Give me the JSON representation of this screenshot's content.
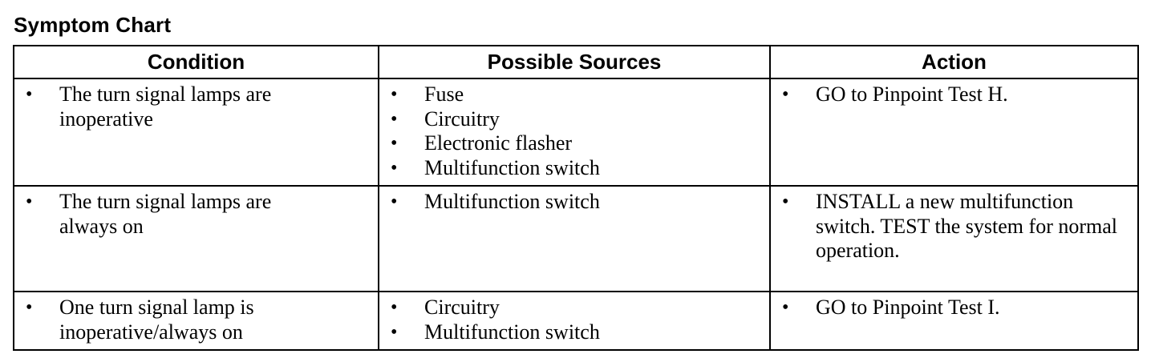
{
  "title": "Symptom Chart",
  "table": {
    "headers": {
      "condition": "Condition",
      "sources": "Possible Sources",
      "action": "Action"
    },
    "rows": [
      {
        "condition": [
          "The turn signal lamps are inoperative"
        ],
        "sources": [
          "Fuse",
          "Circuitry",
          "Electronic flasher",
          "Multifunction switch"
        ],
        "action": [
          "GO to Pinpoint Test H."
        ]
      },
      {
        "condition": [
          "The turn signal lamps are always on"
        ],
        "sources": [
          "Multifunction switch"
        ],
        "action": [
          "INSTALL a new multifunction switch. TEST the system for normal operation."
        ]
      },
      {
        "condition": [
          "One turn signal lamp is inoperative/always on"
        ],
        "sources": [
          "Circuitry",
          "Multifunction switch"
        ],
        "action": [
          "GO to Pinpoint Test I."
        ]
      }
    ]
  }
}
